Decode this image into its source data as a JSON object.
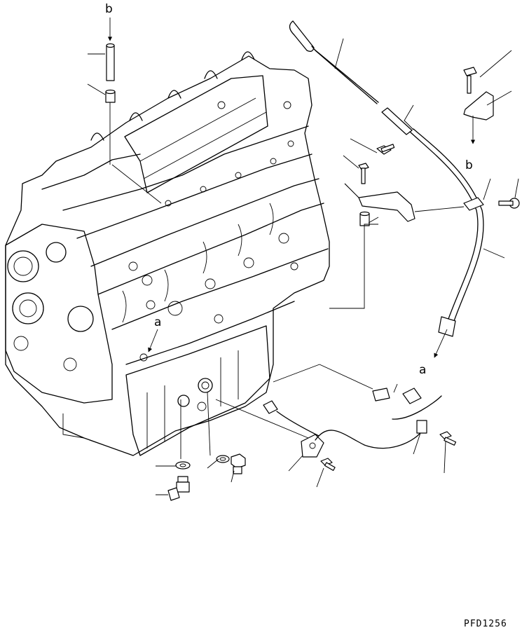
{
  "diagram": {
    "callouts": {
      "top_b": "b",
      "right_b": "b",
      "middle_a": "a",
      "right_a": "a"
    },
    "drawing_code": "PFD1256"
  },
  "colors": {
    "ink": "#000000",
    "paper": "#ffffff"
  }
}
